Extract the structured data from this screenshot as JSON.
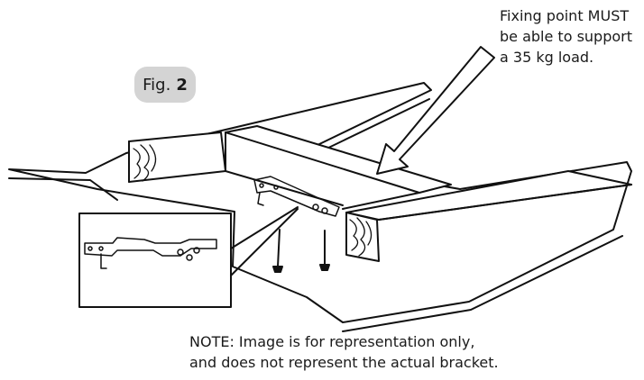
{
  "figure": {
    "label": "Fig.",
    "number": "2"
  },
  "callout": {
    "lines": [
      "Fixing point MUST",
      "be able to support",
      "a 35 kg load."
    ]
  },
  "note": {
    "lines": [
      "NOTE: Image is for representation only,",
      "and does not represent the actual bracket."
    ]
  },
  "colors": {
    "stroke": "#111111",
    "badge": "#d4d4d4",
    "paper": "#ffffff"
  }
}
